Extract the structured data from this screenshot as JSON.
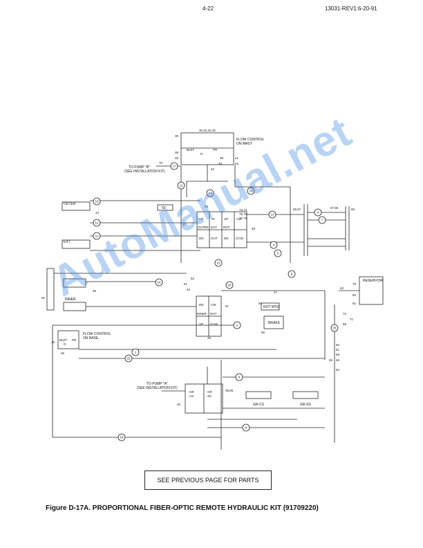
{
  "header": {
    "page_number": "4-22",
    "doc_revision": "13031-REV1:6-20-91"
  },
  "labels": {
    "flow_control_mast": "FLOW CONTROL",
    "on_mast": "ON MAST",
    "flow_control_base": "FLOW CONTROL",
    "on_base": "ON BASE",
    "to_pump_b": "TO PUMP \"B\"",
    "see_kit_b": "(SEE INSTALLATION KIT)",
    "to_pump_a": "TO PUMP \"A\"",
    "see_kit_a": "(SEE INSTALLATION KIT)",
    "outer": "OUTER",
    "ext": "EXT",
    "inner": "INNER",
    "reservoir": "RESERVOIR",
    "brake": "BRAKE",
    "rot_mtr": "ROT MTR",
    "gr_cs": "GR-CS",
    "gr_ss": "GR-SS",
    "valve_top": [
      "UP",
      "IN",
      "UP",
      "CW",
      "OUTER",
      "EXT",
      "ROT",
      "DN",
      "OUT",
      "DN",
      "CCW"
    ],
    "valve_mid": [
      "DN",
      "CW",
      "INNER",
      "ROT",
      "UP",
      "CCW"
    ],
    "valve_bot": [
      "GR",
      "CS",
      "GR",
      "SS"
    ],
    "block_top": [
      "BLET",
      "R",
      "PR"
    ],
    "block_base": [
      "BLET",
      "R",
      "PR"
    ],
    "small_50": "50"
  },
  "port_numbers": [
    "30,31,32,33",
    "36",
    "39",
    "48",
    "38",
    "41",
    "42",
    "40",
    "43",
    "49",
    "70",
    "28",
    "73,74",
    "75,76",
    "77,78",
    "44",
    "37",
    "34",
    "35",
    "46",
    "67",
    "52",
    "51",
    "57,58",
    "56,57",
    "47",
    "54",
    "55",
    "59",
    "63",
    "65",
    "66",
    "64",
    "79",
    "80",
    "81",
    "72",
    "71",
    "68",
    "45",
    "62",
    "60",
    "61",
    "69",
    "40",
    "38,85",
    "29"
  ],
  "line_numbers": [
    "10",
    "12",
    "11",
    "14",
    "19",
    "21",
    "17",
    "13",
    "15",
    "4",
    "5",
    "3",
    "7",
    "9",
    "16",
    "20",
    "1",
    "2",
    "22",
    "25",
    "18",
    "8",
    "6"
  ],
  "see_previous": "SEE PREVIOUS PAGE FOR PARTS",
  "caption": "Figure D-17A.  PROPORTIONAL FIBER-OPTIC REMOTE HYDRAULIC KIT (91709220)",
  "watermark": "AutoManual.net"
}
